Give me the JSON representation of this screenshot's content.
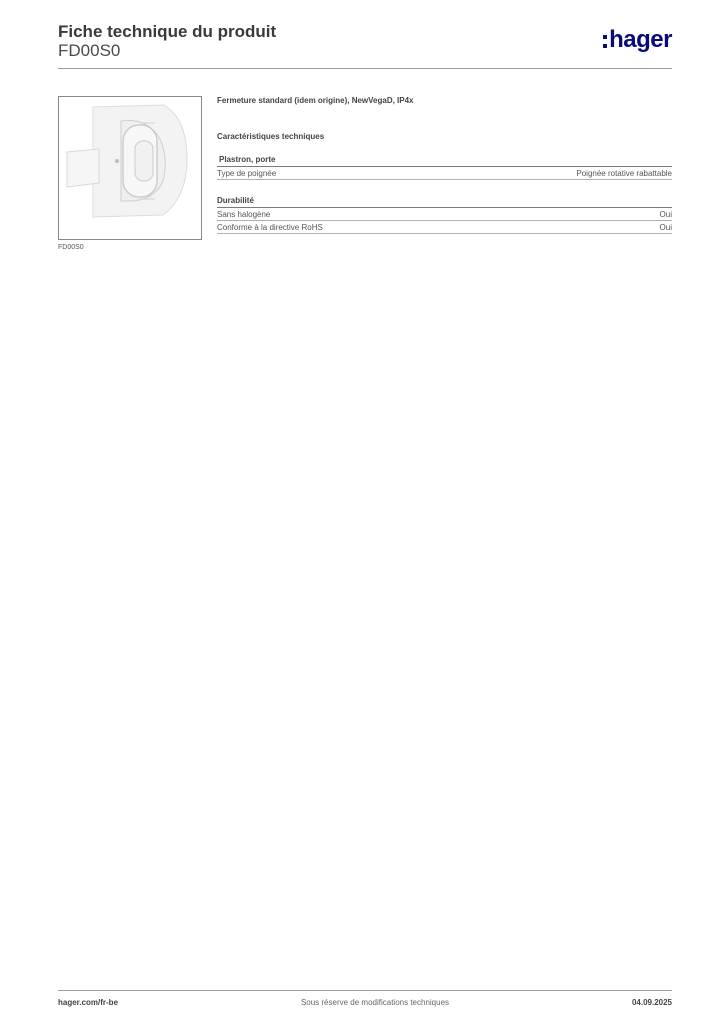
{
  "header": {
    "title": "Fiche technique du produit",
    "product_code": "FD00S0",
    "logo_text": "hager"
  },
  "product": {
    "image_caption": "FD00S0",
    "description": "Fermeture standard (idem origine), NewVegaD, IP4x"
  },
  "specs": {
    "section_title": "Caractéristiques techniques",
    "groups": [
      {
        "title": "Plastron, porte",
        "rows": [
          {
            "label": "Type de poignée",
            "value": "Poignée rotative rabattable"
          }
        ]
      },
      {
        "title": "Durabilité",
        "rows": [
          {
            "label": "Sans halogène",
            "value": "Oui"
          },
          {
            "label": "Conforme à la directive RoHS",
            "value": "Oui"
          }
        ]
      }
    ]
  },
  "footer": {
    "website": "hager.com/fr-be",
    "note": "Sous réserve de modifications techniques",
    "date": "04.09.2025"
  },
  "colors": {
    "brand": "#0a0a7a",
    "rule": "#9a9a9a"
  }
}
